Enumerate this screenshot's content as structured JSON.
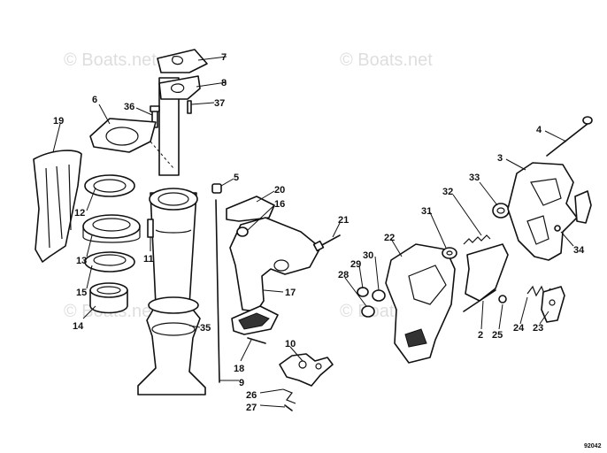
{
  "diagram": {
    "watermark": "© Boats.net",
    "drawing_number": "92042",
    "callouts": {
      "c7": "7",
      "c8": "8",
      "c6": "6",
      "c36": "36",
      "c37": "37",
      "c19": "19",
      "c4": "4",
      "c3": "3",
      "c5": "5",
      "c20": "20",
      "c16": "16",
      "c33": "33",
      "c32": "32",
      "c31": "31",
      "c12": "12",
      "c21": "21",
      "c22": "22",
      "c13": "13",
      "c11": "11",
      "c30": "30",
      "c29": "29",
      "c28": "28",
      "c15": "15",
      "c17": "17",
      "c34": "34",
      "c14": "14",
      "c35": "35",
      "c2": "2",
      "c25": "25",
      "c24": "24",
      "c23": "23",
      "c10": "10",
      "c18": "18",
      "c9": "9",
      "c26": "26",
      "c27": "27"
    }
  }
}
